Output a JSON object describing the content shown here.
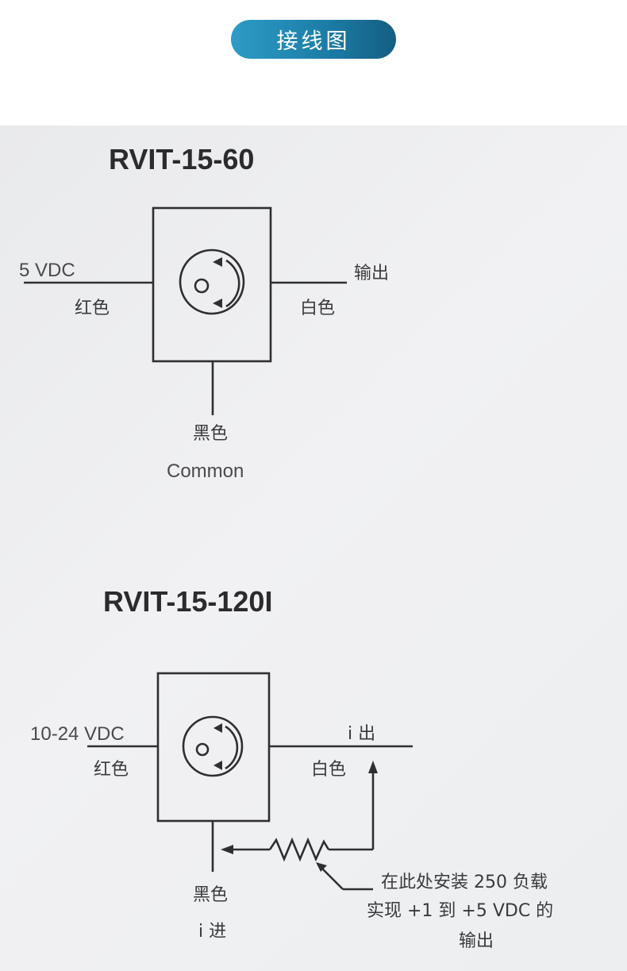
{
  "header": {
    "title": "接线图"
  },
  "diagram_top": {
    "title": "RVIT-15-60",
    "left_label": "5 VDC",
    "left_color": "红色",
    "right_label": "输出",
    "right_color": "白色",
    "bottom_color": "黑色",
    "bottom_label": "Common"
  },
  "diagram_bottom": {
    "title": "RVIT-15-120I",
    "left_label": "10-24 VDC",
    "left_color": "红色",
    "right_label": "i 出",
    "right_color": "白色",
    "bottom_color": "黑色",
    "bottom_label": "i 进",
    "note_line1": "在此处安装 250 负载",
    "note_line2": "实现 +1 到 +5 VDC 的",
    "note_line3": "输出"
  },
  "colors": {
    "header_start": "#2d9cc7",
    "header_end": "#155e83",
    "ink": "#2f2f33"
  }
}
